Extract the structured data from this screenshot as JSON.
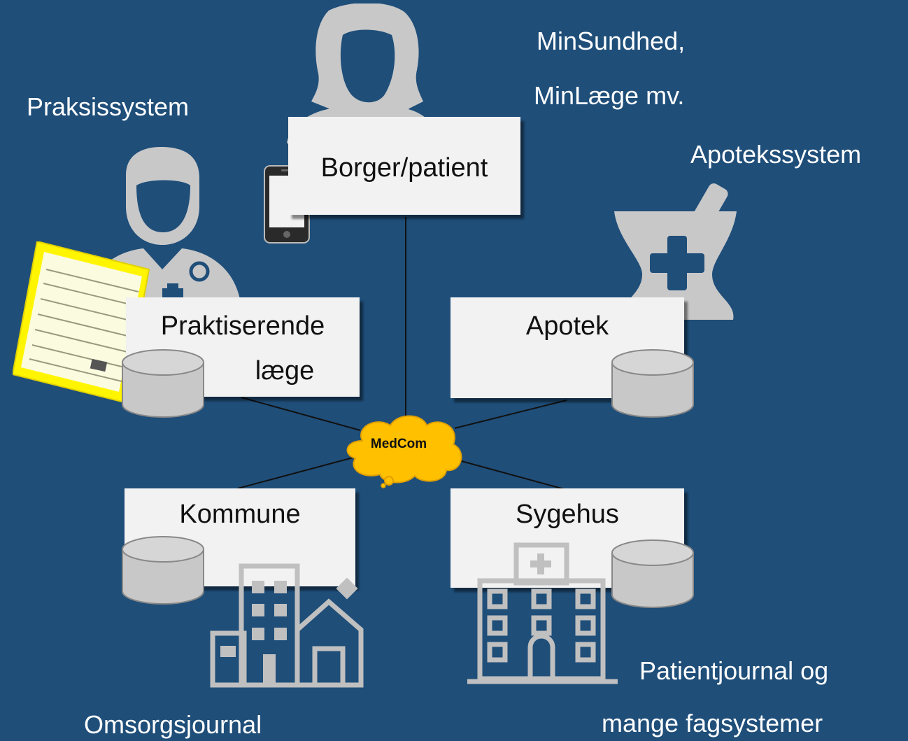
{
  "labels": {
    "praksissystem": "Praksissystem",
    "minsundhed_line1": "MinSundhed,",
    "minsundhed_line2": "MinLæge mv.",
    "apotekssystem": "Apotekssystem",
    "omsorgsjournal": "Omsorgsjournal",
    "patientjournal_line1": "Patientjournal og",
    "patientjournal_line2": "mange fagsystemer"
  },
  "nodes": {
    "borger": "Borger/patient",
    "praktiserende_line1": "Praktiserende",
    "praktiserende_line2": "læge",
    "apotek": "Apotek",
    "kommune": "Kommune",
    "sygehus": "Sygehus"
  },
  "hub": {
    "label": "MedCom",
    "color": "#ffc000"
  },
  "colors": {
    "background": "#1f4e79",
    "box": "#f2f2f2",
    "icon": "#c8c8c8",
    "prescription": "#fff500"
  },
  "icons": [
    "woman-avatar-icon",
    "doctor-icon",
    "smartphone-icon",
    "prescription-form-icon",
    "mortar-pestle-icon",
    "database-icon",
    "municipal-building-icon",
    "hospital-icon",
    "cloud-icon"
  ]
}
